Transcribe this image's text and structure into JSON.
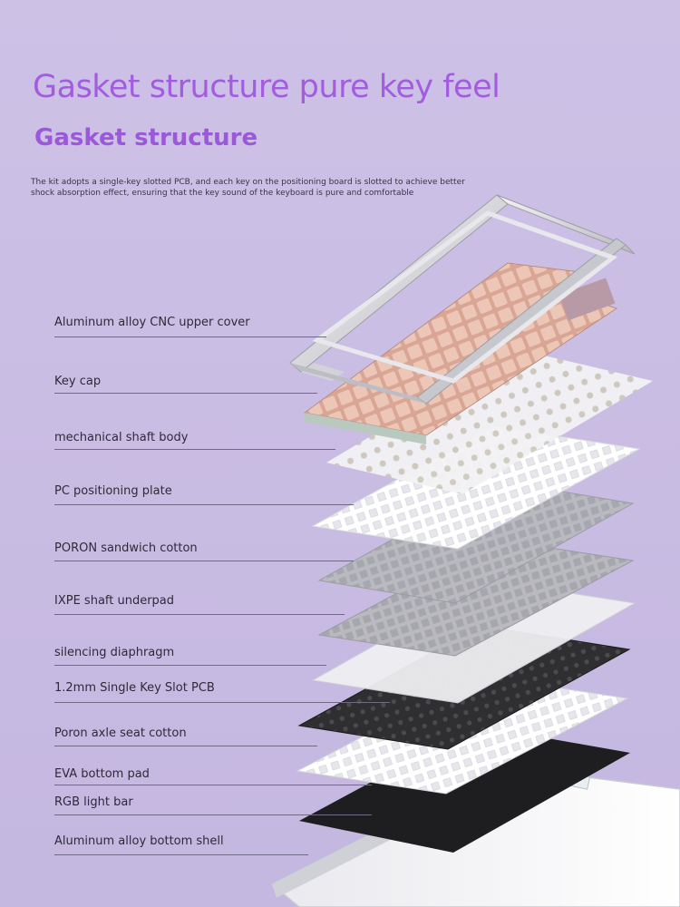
{
  "title": "Gasket structure pure key feel",
  "subtitle": "Gasket structure",
  "description": "The kit adopts a single-key slotted PCB, and each key on the positioning board is slotted to achieve better shock absorption effect, ensuring that the key sound of the keyboard is pure and comfortable",
  "layers": [
    {
      "label": "Aluminum alloy CNC upper cover"
    },
    {
      "label": "Key cap"
    },
    {
      "label": "mechanical shaft body"
    },
    {
      "label": "PC positioning plate"
    },
    {
      "label": "PORON sandwich cotton"
    },
    {
      "label": "IXPE shaft underpad"
    },
    {
      "label": "silencing diaphragm"
    },
    {
      "label": "1.2mm Single Key Slot PCB"
    },
    {
      "label": "Poron axle seat cotton"
    },
    {
      "label": "EVA bottom pad"
    },
    {
      "label": "RGB light bar"
    },
    {
      "label": "Aluminum alloy bottom shell"
    }
  ],
  "colors": {
    "background": "#cbbfe5",
    "title": "#a35be0",
    "subtitle": "#9b58d8",
    "keycap_peach": "#e7bfae",
    "keycap_mint": "#bcd8cc",
    "keycap_mauve": "#b89aa6",
    "aluminum": "#d9d9de",
    "pcb": "#2d2d2f",
    "eva": "#1d1d1f"
  }
}
